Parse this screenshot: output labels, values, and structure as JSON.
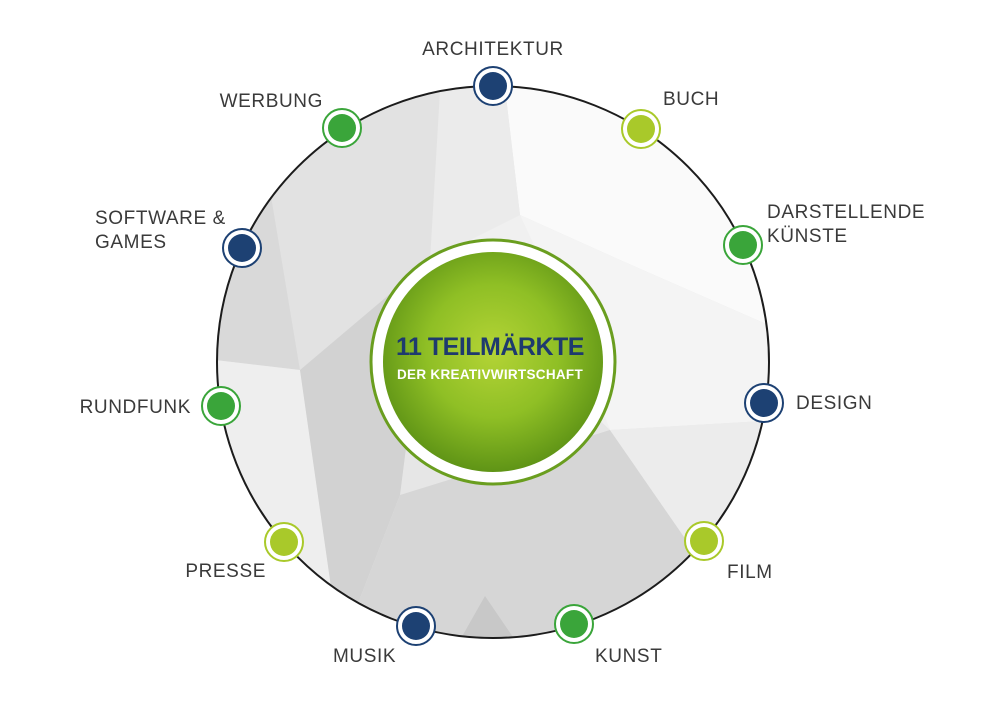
{
  "center": {
    "title": "11 TEILMÄRKTE",
    "subtitle": "DER KREATIVWIRTSCHAFT"
  },
  "colors": {
    "navy": "#1d4173",
    "green": "#3aa53a",
    "lime": "#a9c92a",
    "center_green": "#8cbf26"
  },
  "markets": [
    {
      "id": "architektur",
      "lines": [
        "ARCHITEKTUR"
      ],
      "color": "navy"
    },
    {
      "id": "buch",
      "lines": [
        "BUCH"
      ],
      "color": "lime"
    },
    {
      "id": "darstellende-kuenste",
      "lines": [
        "DARSTELLENDE",
        "KÜNSTE"
      ],
      "color": "green"
    },
    {
      "id": "design",
      "lines": [
        "DESIGN"
      ],
      "color": "navy"
    },
    {
      "id": "film",
      "lines": [
        "FILM"
      ],
      "color": "lime"
    },
    {
      "id": "kunst",
      "lines": [
        "KUNST"
      ],
      "color": "green"
    },
    {
      "id": "musik",
      "lines": [
        "MUSIK"
      ],
      "color": "navy"
    },
    {
      "id": "presse",
      "lines": [
        "PRESSE"
      ],
      "color": "lime"
    },
    {
      "id": "rundfunk",
      "lines": [
        "RUNDFUNK"
      ],
      "color": "green"
    },
    {
      "id": "software-games",
      "lines": [
        "SOFTWARE &",
        "GAMES"
      ],
      "color": "navy"
    },
    {
      "id": "werbung",
      "lines": [
        "WERBUNG"
      ],
      "color": "green"
    }
  ]
}
